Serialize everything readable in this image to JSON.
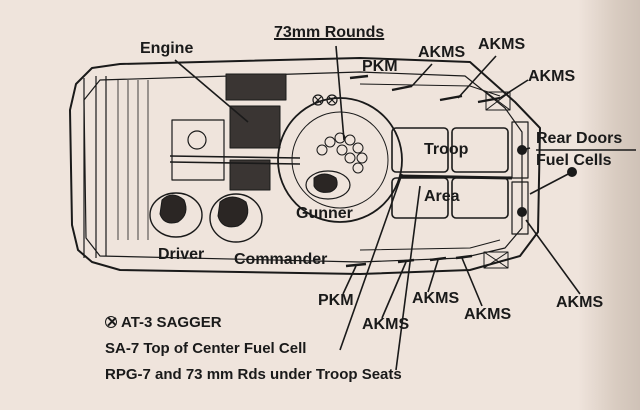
{
  "labels": {
    "engine": "Engine",
    "rounds_73mm": "73mm Rounds",
    "pkm_top": "PKM",
    "akms_top_1": "AKMS",
    "akms_top_2": "AKMS",
    "akms_top_3": "AKMS",
    "rear_doors": "Rear Doors",
    "fuel_cells": "Fuel Cells",
    "troop": "Troop",
    "area": "Area",
    "gunner": "Gunner",
    "driver": "Driver",
    "commander": "Commander",
    "pkm_bottom": "PKM",
    "akms_bottom_1": "AKMS",
    "akms_bottom_2": "AKMS",
    "akms_bottom_3": "AKMS",
    "akms_bottom_right": "AKMS"
  },
  "legend": {
    "sagger": "AT-3 SAGGER",
    "sa7": "SA-7 Top of Center Fuel Cell",
    "rpg": "RPG-7 and 73 mm Rds under Troop Seats"
  },
  "colors": {
    "paper": "#efe4dc",
    "ink": "#1a1a1a"
  }
}
